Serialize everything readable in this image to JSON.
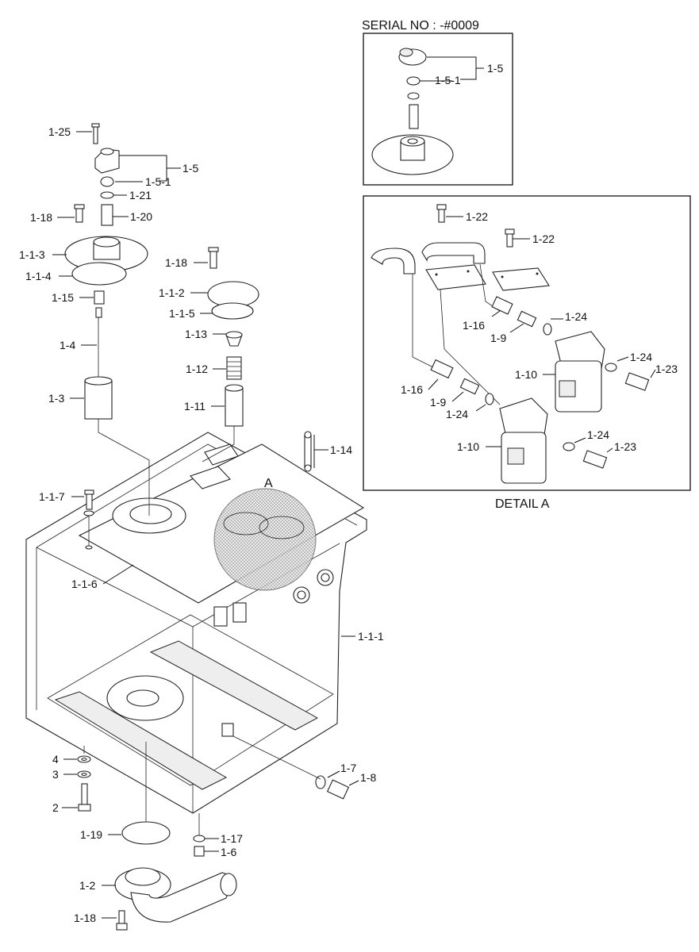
{
  "serial_caption": "SERIAL NO : -#0009",
  "detail_caption": "DETAIL  A",
  "detail_marker": "A",
  "labels": {
    "l_1_25": "1-25",
    "l_1_5": "1-5",
    "l_1_5_1": "1-5-1",
    "l_1_21": "1-21",
    "l_1_18_a": "1-18",
    "l_1_20": "1-20",
    "l_1_1_3": "1-1-3",
    "l_1_1_4": "1-1-4",
    "l_1_15": "1-15",
    "l_1_4": "1-4",
    "l_1_3": "1-3",
    "l_1_18_b": "1-18",
    "l_1_1_2": "1-1-2",
    "l_1_1_5": "1-1-5",
    "l_1_13": "1-13",
    "l_1_12": "1-12",
    "l_1_11": "1-11",
    "l_1_14": "1-14",
    "l_1_1_7": "1-1-7",
    "l_1_1_6": "1-1-6",
    "l_1_1_1": "1-1-1",
    "l_4": "4",
    "l_3": "3",
    "l_2": "2",
    "l_1_7": "1-7",
    "l_1_8": "1-8",
    "l_1_19": "1-19",
    "l_1_17": "1-17",
    "l_1_6": "1-6",
    "l_1_2": "1-2",
    "l_1_18_c": "1-18",
    "s_1_5": "1-5",
    "s_1_5_1": "1-5-1",
    "d_1_22_a": "1-22",
    "d_1_22_b": "1-22",
    "d_1_24_a": "1-24",
    "d_1_16_a": "1-16",
    "d_1_9_a": "1-9",
    "d_1_24_b": "1-24",
    "d_1_23_a": "1-23",
    "d_1_10_a": "1-10",
    "d_1_16_b": "1-16",
    "d_1_9_b": "1-9",
    "d_1_24_c": "1-24",
    "d_1_24_d": "1-24",
    "d_1_23_b": "1-23",
    "d_1_10_b": "1-10"
  }
}
